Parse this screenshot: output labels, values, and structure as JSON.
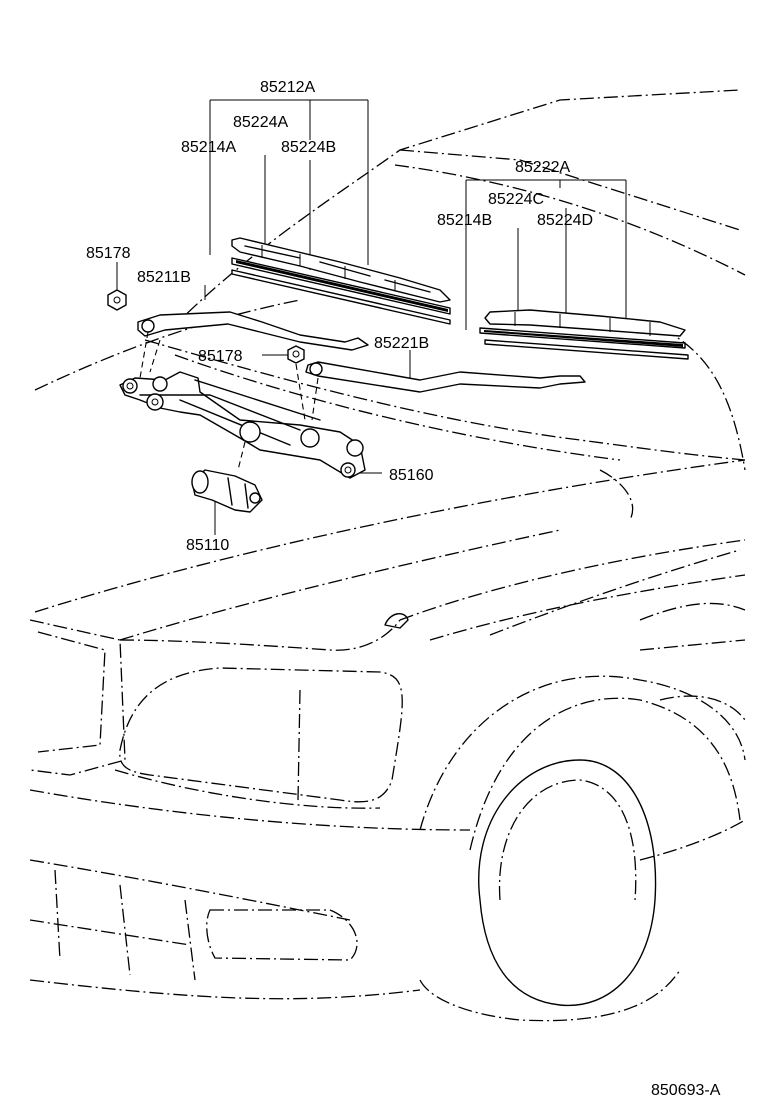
{
  "labels": {
    "p85212A": "85212A",
    "p85224A": "85224A",
    "p85214A": "85214A",
    "p85224B": "85224B",
    "p85222A": "85222A",
    "p85224C": "85224C",
    "p85214B": "85214B",
    "p85224D": "85224D",
    "p85178a": "85178",
    "p85211B": "85211B",
    "p85178b": "85178",
    "p85221B": "85221B",
    "p85160": "85160",
    "p85110": "85110",
    "figure_id": "850693-A"
  }
}
